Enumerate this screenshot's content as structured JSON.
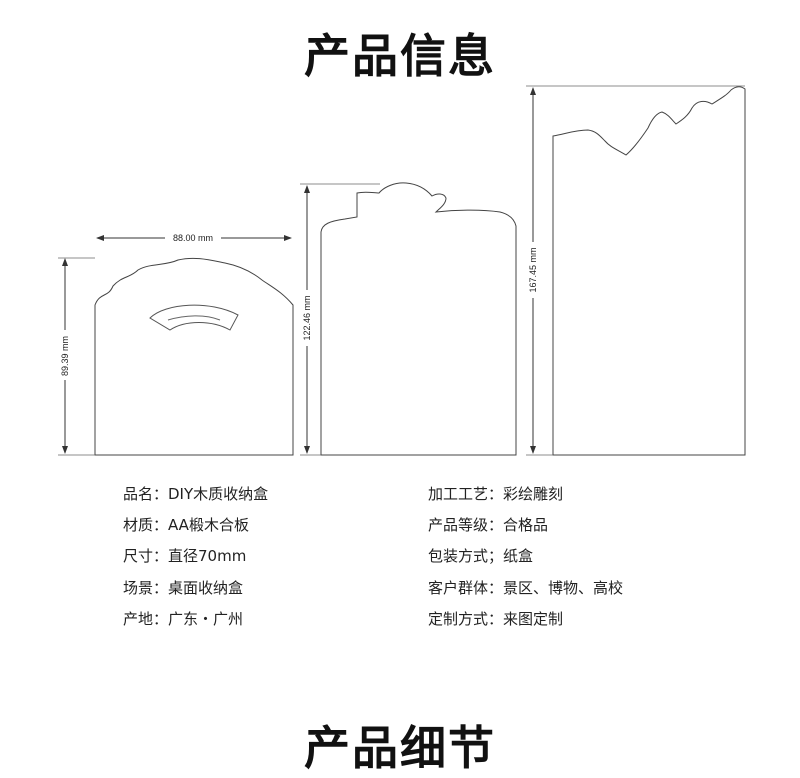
{
  "titles": {
    "info": "产品信息",
    "details": "产品细节"
  },
  "dimensions": {
    "box1_width": "88.00 mm",
    "box1_height": "89.39 mm",
    "box2_height": "122.46 mm",
    "box3_height": "167.45 mm"
  },
  "specs": {
    "left": [
      "品名：DIY木质收纳盒",
      "材质：AA椴木合板",
      "尺寸：直径70mm",
      "场景：桌面收纳盒",
      "产地：广东・广州"
    ],
    "right": [
      "加工工艺：彩绘雕刻",
      "产品等级：合格品",
      "包装方式；纸盒",
      "客户群体：景区、博物、高校",
      "定制方式：来图定制"
    ]
  }
}
